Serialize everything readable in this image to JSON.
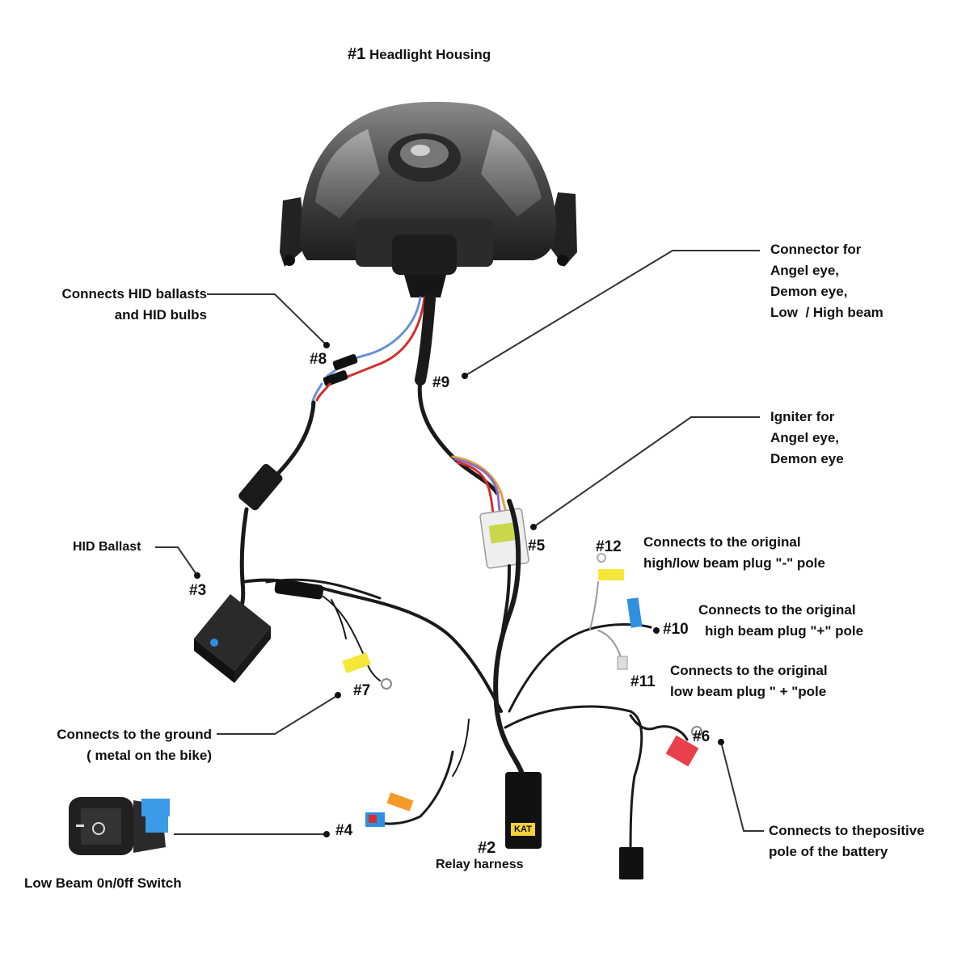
{
  "title": {
    "number": "#1",
    "text": "Headlight Housing"
  },
  "callouts": {
    "hid_connect": {
      "lines": [
        "Connects HID ballasts",
        "and HID bulbs"
      ],
      "number": "#8"
    },
    "connector": {
      "lines": [
        "Connector for",
        "Angel eye,",
        "Demon eye,",
        "Low  / High beam"
      ],
      "number": "#9"
    },
    "igniter": {
      "lines": [
        "Igniter for",
        "Angel eye,",
        "Demon eye"
      ],
      "number": "#5"
    },
    "ballast": {
      "label": "HID Ballast",
      "number": "#3"
    },
    "high_low_minus": {
      "lines": [
        "Connects to the original",
        "high/low beam plug \"-\" pole"
      ],
      "number": "#12"
    },
    "high_plus": {
      "lines": [
        "Connects to the original",
        "high beam plug \"+\" pole"
      ],
      "number": "#10"
    },
    "low_plus": {
      "lines": [
        "Connects to the original",
        "low beam plug \" + \"pole"
      ],
      "number": "#11"
    },
    "ground": {
      "lines": [
        "Connects to the ground",
        "( metal on the bike)"
      ],
      "number": "#7"
    },
    "battery": {
      "lines": [
        "Connects to thepositive",
        "pole of the battery"
      ],
      "number": "#6"
    },
    "switch": {
      "label": "Low Beam 0n/0ff Switch",
      "number": "#4"
    },
    "relay": {
      "number": "#2",
      "label": "Relay harness"
    }
  },
  "relay_badge": "KAT",
  "colors": {
    "housing": "#3a3a3a",
    "cable": "#1a1a1a",
    "wire_red": "#d0312d",
    "wire_blue": "#6a8fd8",
    "tag_yellow": "#f5e63a",
    "tag_blue": "#2f8fe0",
    "tag_red": "#e8404a",
    "tag_orange": "#f39a2b"
  }
}
